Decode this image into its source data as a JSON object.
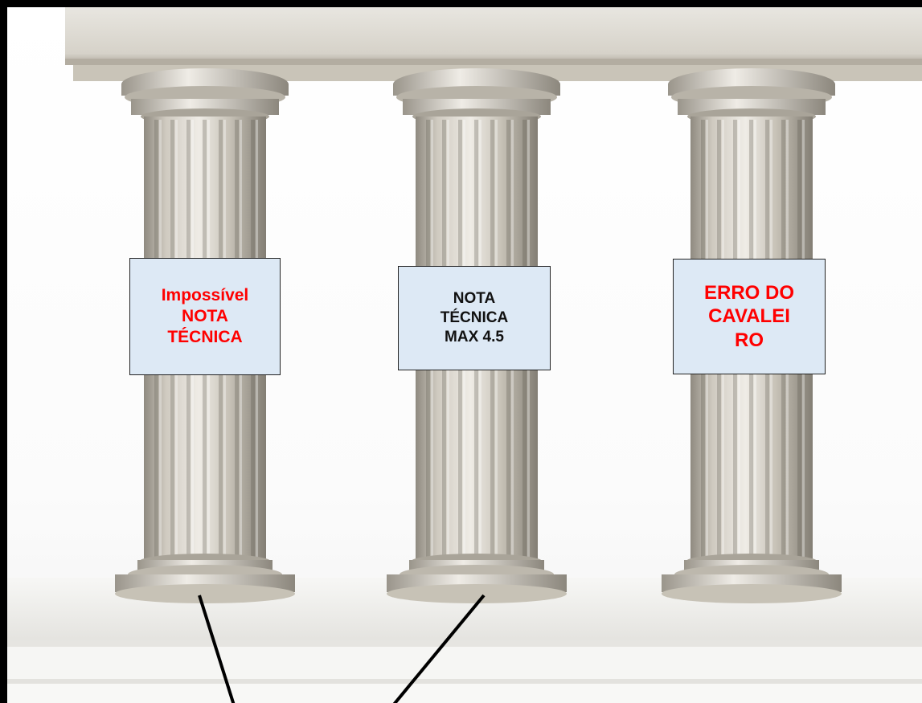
{
  "pillars": [
    {
      "label": "Impossível\nNOTA\nTÉCNICA",
      "text_color": "#ff0000"
    },
    {
      "label": "NOTA\nTÉCNICA\nMAX 4.5",
      "text_color": "#111111"
    },
    {
      "label": "ERRO DO\nCAVALEI\nRO",
      "text_color": "#ff0000"
    }
  ],
  "colors": {
    "frame": "#000000",
    "label_background": "#dde9f5",
    "stone": "#c9c4b8",
    "connector_lines": "#000000"
  }
}
